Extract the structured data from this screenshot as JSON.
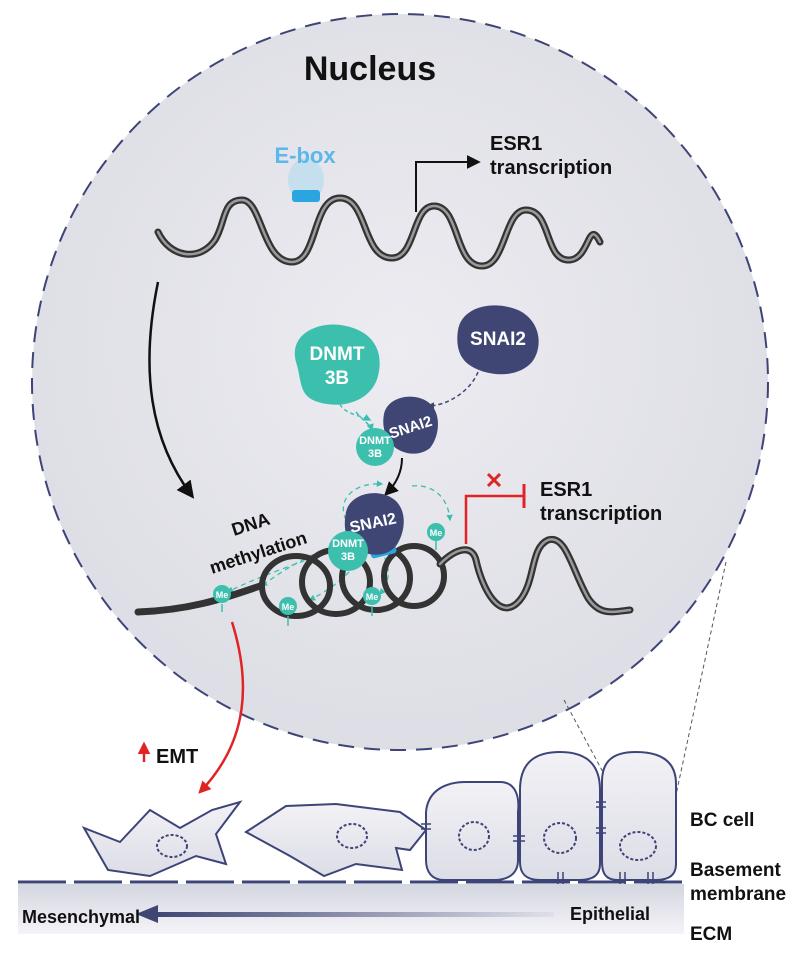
{
  "nucleus": {
    "title": "Nucleus",
    "ebox_label": "E-box",
    "esr1_on": {
      "line1": "ESR1",
      "line2": "transcription"
    },
    "esr1_off": {
      "line1": "ESR1",
      "line2": "transcription"
    },
    "dna_methylation": {
      "line1": "DNA",
      "line2": "methylation"
    },
    "proteins": {
      "dnmt3b_free": {
        "line1": "DNMT",
        "line2": "3B"
      },
      "snai2_free": "SNAI2",
      "snai2_small": "SNAI2",
      "dnmt3b_small": {
        "line1": "DNMT",
        "line2": "3B"
      },
      "snai2_bound": "SNAI2",
      "dnmt3b_bound": {
        "line1": "DNMT",
        "line2": "3B"
      }
    },
    "methyl_mark": "Me"
  },
  "cells": {
    "emt_label": "EMT",
    "bc_cell_label": "BC cell",
    "basement_membrane": {
      "line1": "Basement",
      "line2": "membrane"
    },
    "ecm_label": "ECM",
    "mesenchymal_label": "Mesenchymal",
    "epithelial_label": "Epithelial"
  },
  "colors": {
    "teal": "#3dbfae",
    "navy": "#3f4673",
    "red": "#e02424",
    "ebox_blue": "#2aa5e0",
    "cell_outline": "#3d4478",
    "nucleus_bg": "#e4e4ea"
  }
}
